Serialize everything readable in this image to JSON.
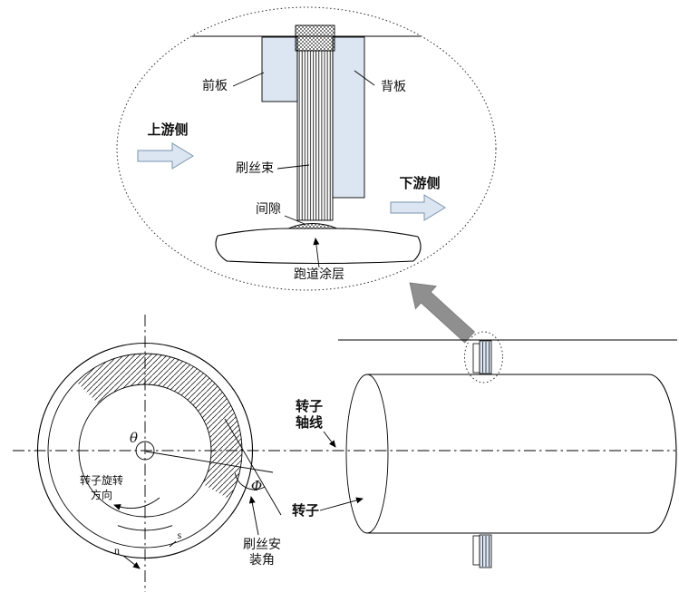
{
  "colors": {
    "plate_fill": "#dce6f2",
    "block_arrow_fill": "#dce6f2",
    "callout_arrow_fill": "#8f8f8f"
  },
  "detail_view": {
    "front_plate": "前板",
    "back_plate": "背板",
    "upstream_side": "上游侧",
    "bristle_bundle": "刷丝束",
    "downstream_side": "下游侧",
    "clearance": "间隙",
    "runway_coating": "跑道涂层"
  },
  "front_view": {
    "theta": "θ",
    "rotation_dir_line1": "转子旋转",
    "rotation_dir_line2": "方向",
    "phi": "Φ",
    "s": "s",
    "n": "n",
    "install_angle_line1": "刷丝安",
    "install_angle_line2": "装角"
  },
  "side_view": {
    "axis_line1": "转子",
    "axis_line2": "轴线",
    "rotor": "转子"
  }
}
